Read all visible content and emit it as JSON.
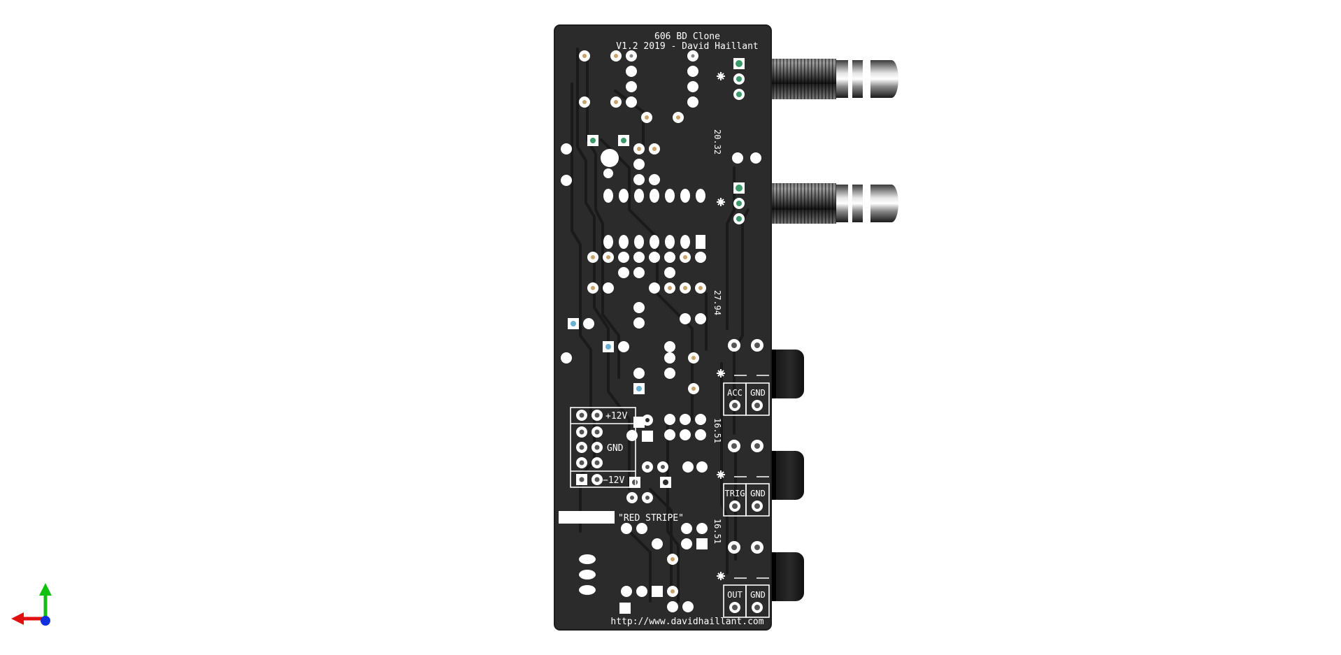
{
  "board": {
    "title": "606 BD Clone",
    "version": "V1.2 2019 - David Haillant",
    "url": "http://www.davidhaillant.com",
    "red_stripe": "\"RED STRIPE\"",
    "power_header": {
      "plus": "+12V",
      "gnd": "GND",
      "minus": "−12V"
    },
    "jacks": [
      {
        "signal": "ACC",
        "gnd": "GND"
      },
      {
        "signal": "TRIG",
        "gnd": "GND"
      },
      {
        "signal": "OUT",
        "gnd": "GND"
      }
    ],
    "dimensions": [
      "20.32",
      "27.94",
      "16.51",
      "16.51"
    ]
  },
  "colors": {
    "background": "#ffffff",
    "pcb": "#2b2b2b",
    "trace": "#1a1a1a",
    "silkscreen": "#ffffff",
    "pad_copper": "#c9a36b",
    "pad_green": "#3a9a6a",
    "jack_black": "#1b1b1b",
    "axis_x": "#e01010",
    "axis_y": "#10c010",
    "axis_z": "#1030e0"
  },
  "icons": {
    "axis_gizmo": "xyz-axis-icon"
  }
}
